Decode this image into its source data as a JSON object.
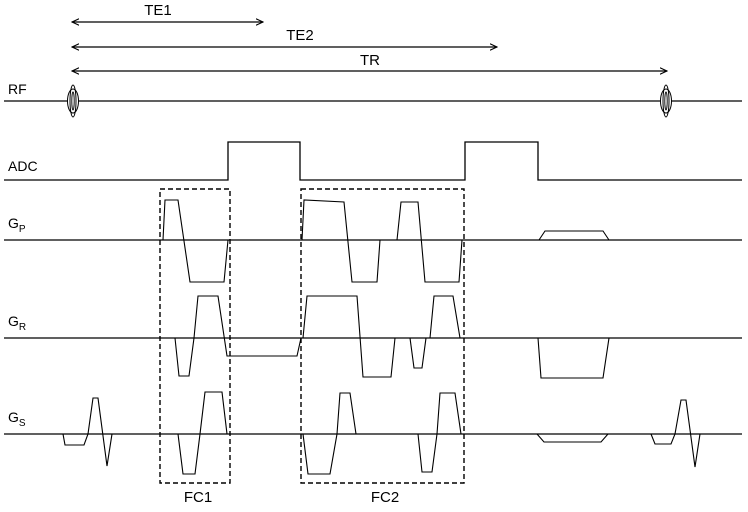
{
  "intervals": {
    "te1": "TE1",
    "te2": "TE2",
    "tr": "TR"
  },
  "channels": {
    "rf": "RF",
    "adc": "ADC",
    "gp": {
      "main": "G",
      "sub": "P"
    },
    "gr": {
      "main": "G",
      "sub": "R"
    },
    "gs": {
      "main": "G",
      "sub": "S"
    }
  },
  "boxes": {
    "fc1": "FC1",
    "fc2": "FC2"
  }
}
